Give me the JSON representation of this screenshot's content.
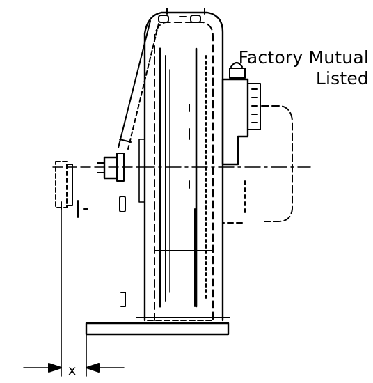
{
  "caption": {
    "line1": "Factory Mutual",
    "line2": "Listed"
  },
  "dimension": {
    "label": "x"
  },
  "colors": {
    "stroke": "#000000",
    "background": "#ffffff"
  }
}
